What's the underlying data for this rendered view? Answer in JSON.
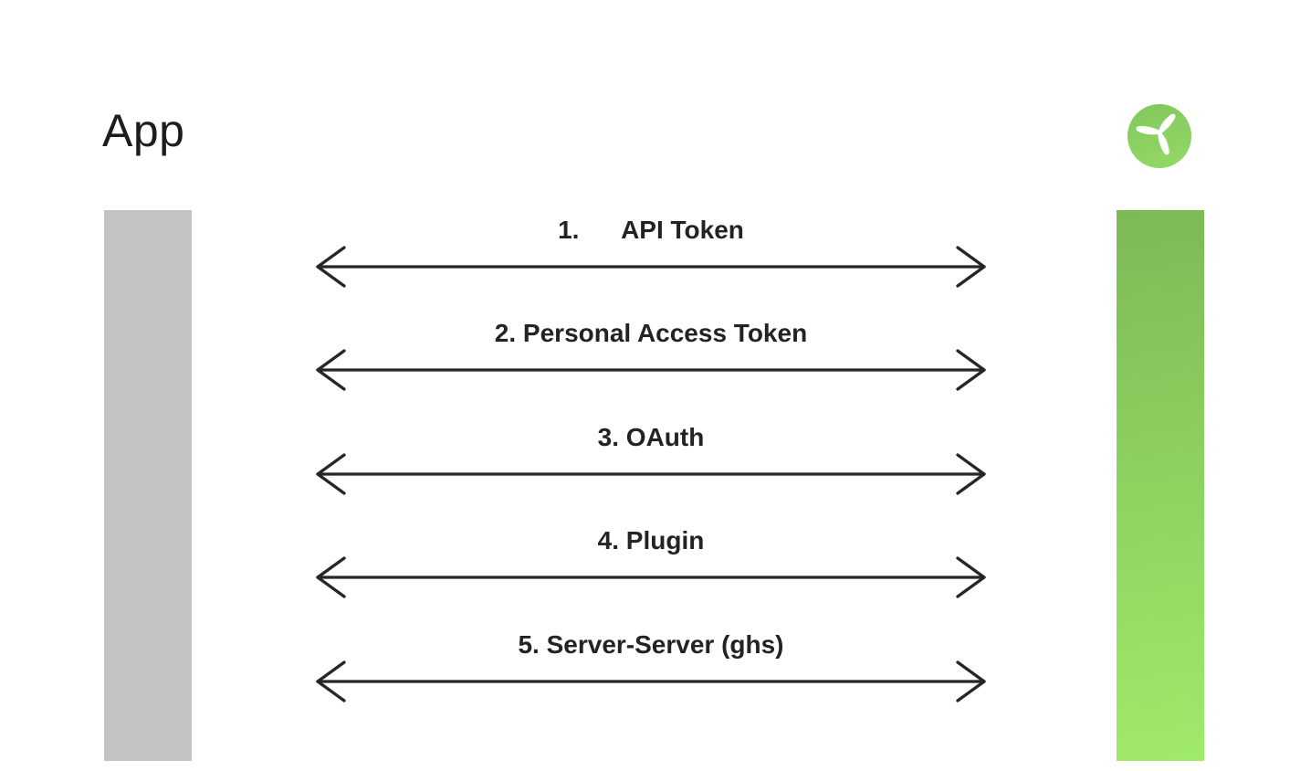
{
  "title": "App",
  "logo": {
    "name": "wind-turbine-logo"
  },
  "connections": [
    {
      "label": "1.      API Token"
    },
    {
      "label": "2. Personal Access Token"
    },
    {
      "label": "3. OAuth"
    },
    {
      "label": "4. Plugin"
    },
    {
      "label": "5. Server-Server (ghs)"
    }
  ],
  "colors": {
    "background": "#ffffff",
    "text": "#1d1d1f",
    "label_text": "#232326",
    "arrow": "#26262a",
    "left_bar": "#c4c4c4",
    "green_bar_top": "#7cba55",
    "green_bar_bottom": "#a0ea6b",
    "logo_green_top": "#84c75c",
    "logo_green_bottom": "#90d765"
  }
}
